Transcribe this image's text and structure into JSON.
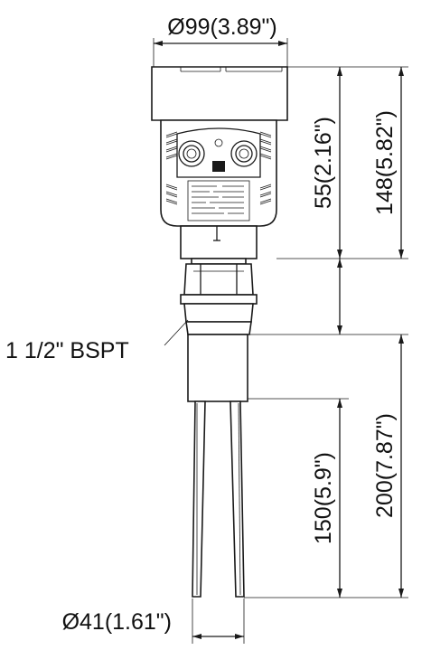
{
  "dimensions": {
    "housing_diameter": "Ø99(3.89\")",
    "housing_height": "55(2.16\")",
    "top_to_thread": "148(5.82\")",
    "thread_type": "1 1/2\" BSPT",
    "probe_length": "200(7.87\")",
    "fork_length": "150(5.9\")",
    "fork_diameter": "Ø41(1.61\")"
  },
  "colors": {
    "line": "#1a1a1a",
    "background": "#ffffff"
  }
}
